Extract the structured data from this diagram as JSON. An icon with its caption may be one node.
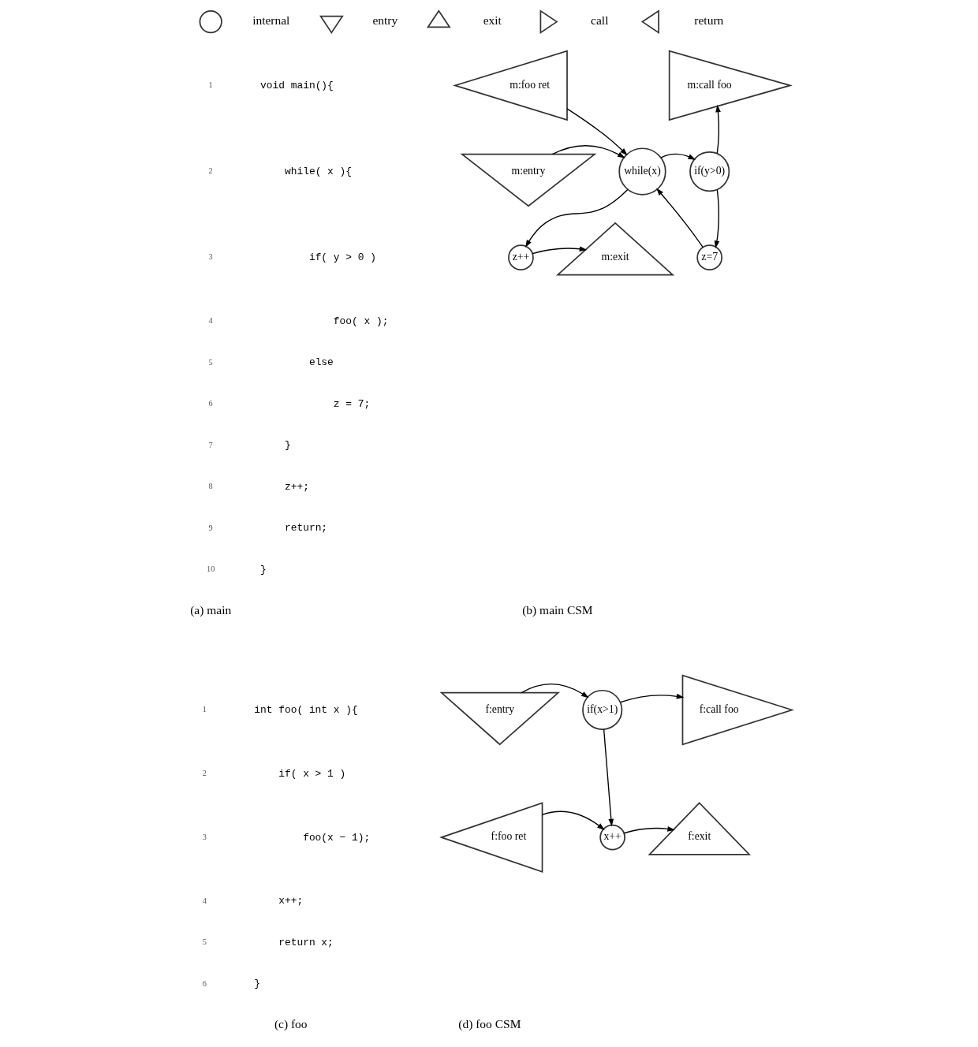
{
  "diagram": {
    "nodes": [
      {
        "text": [
          "m:foo ret"
        ]
      },
      {
        "text": [
          "m:call foo"
        ]
      },
      {
        "text": [
          "m:entry"
        ]
      },
      {
        "text": [
          "while(x)"
        ]
      },
      {
        "text": [
          "if(y>0)"
        ]
      },
      {
        "text": [
          "z++"
        ]
      },
      {
        "text": [
          "m:exit"
        ]
      },
      {
        "text": [
          "z=7"
        ]
      },
      {
        "text": [
          "f:entry"
        ]
      },
      {
        "text": [
          "if(x>1)"
        ]
      },
      {
        "text": [
          "f:call foo"
        ]
      },
      {
        "text": [
          "f:foo ret"
        ]
      },
      {
        "text": [
          "x++"
        ]
      },
      {
        "text": [
          "f:exit"
        ]
      },
      {
        "text": [],
        "shape": "circle"
      },
      {
        "text": [],
        "shape": "triangle"
      },
      {
        "text": [],
        "shape": "triangle"
      },
      {
        "text": [],
        "shape": "triangle"
      },
      {
        "text": [],
        "shape": "triangle"
      }
    ],
    "edges": [
      {
        "from": 0,
        "to": 3,
        "arrow": "to"
      },
      {
        "from": 4,
        "to": 1,
        "arrow": "to"
      },
      {
        "from": 2,
        "to": 3,
        "arrow": "to"
      },
      {
        "from": 3,
        "to": 4,
        "arrow": "to"
      },
      {
        "from": 3,
        "to": 5,
        "arrow": "to"
      },
      {
        "from": 4,
        "to": 7,
        "arrow": "to"
      },
      {
        "from": 7,
        "to": 3,
        "arrow": "to"
      },
      {
        "from": 5,
        "to": 6,
        "arrow": "to"
      },
      {
        "from": 8,
        "to": 9,
        "arrow": "to"
      },
      {
        "from": 9,
        "to": 10,
        "arrow": "to"
      },
      {
        "from": 9,
        "to": 12,
        "arrow": "to"
      },
      {
        "from": 11,
        "to": 12,
        "arrow": "to"
      },
      {
        "from": 12,
        "to": 13,
        "arrow": "to"
      }
    ],
    "labels": [
      "1",
      "void main(){",
      "2",
      "while( x ){",
      "3",
      "if( y > 0 )",
      "4",
      "foo( x );",
      "5",
      "else",
      "6",
      "z = 7;",
      "7",
      "}",
      "8",
      "z++;",
      "9",
      "return;",
      "10",
      "}",
      "(a) main",
      "(b) main CSM",
      "1",
      "int foo( int x ){",
      "2",
      "if( x > 1 )",
      "3",
      "foo(x − 1);",
      "4",
      "x++;",
      "5",
      "return x;",
      "6",
      "}",
      "(c) foo",
      "(d) foo CSM"
    ],
    "legend": [
      {
        "text": "internal"
      },
      {
        "text": "entry"
      },
      {
        "text": "exit"
      },
      {
        "text": "call"
      },
      {
        "text": "return"
      }
    ]
  }
}
